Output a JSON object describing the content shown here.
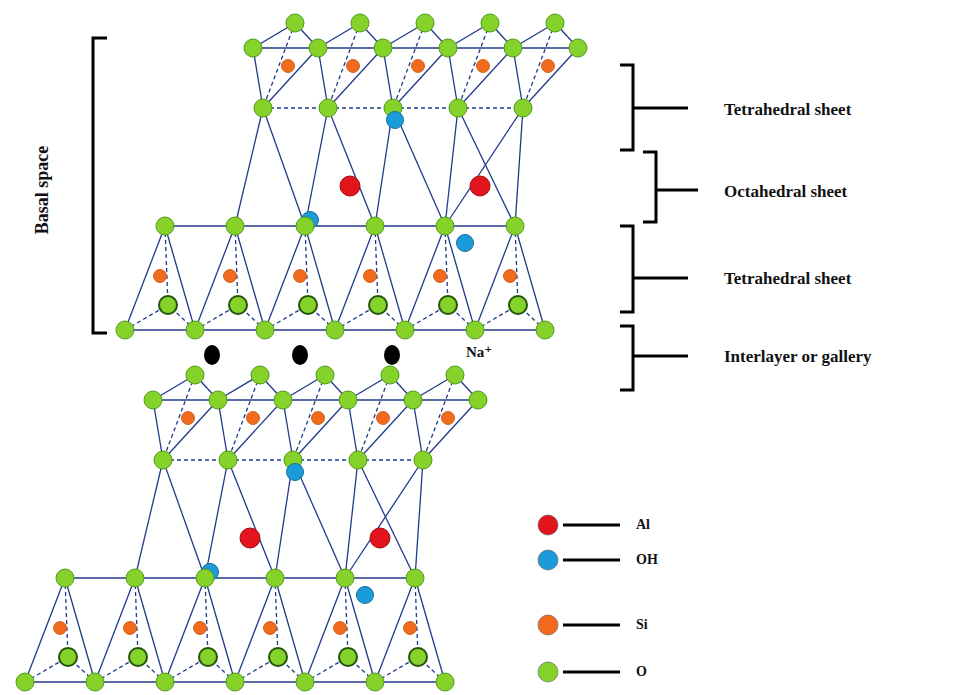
{
  "diagram": {
    "labels": [
      "Basal space",
      "Tetrahedral sheet",
      "Octahedral sheet",
      "Tetrahedral sheet",
      "Interlayer or gallery",
      "Na⁺"
    ],
    "legend": [
      {
        "text": "Al",
        "color": "#e3141c"
      },
      {
        "text": "OH",
        "color": "#1b9bd9"
      },
      {
        "text": "Si",
        "color": "#f26b1d"
      },
      {
        "text": "O",
        "color": "#84d22a"
      }
    ]
  }
}
